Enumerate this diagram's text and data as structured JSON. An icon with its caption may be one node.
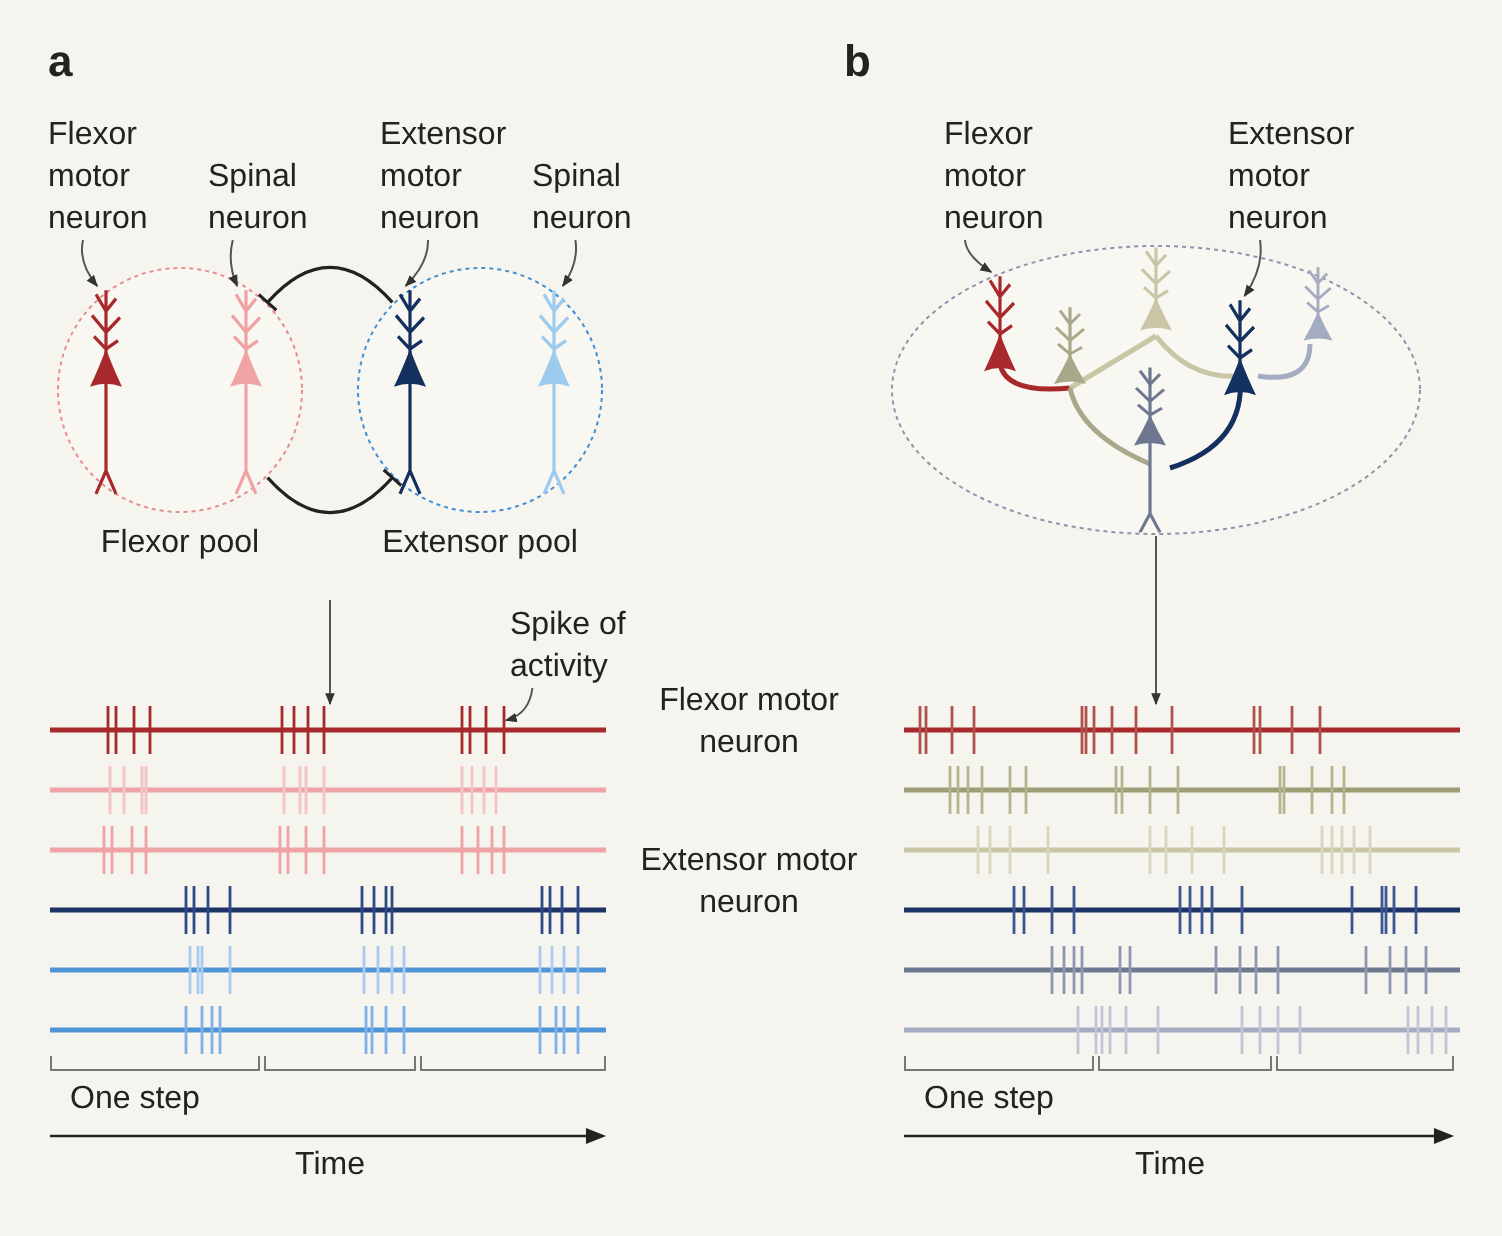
{
  "diagram": {
    "nodes": [
      {
        "text": [
          "Flexor motor neuron"
        ]
      },
      {
        "text": [
          "Spinal neuron"
        ]
      },
      {
        "text": [
          "Extensor motor neuron"
        ]
      },
      {
        "text": [
          "Spinal neuron"
        ]
      },
      {
        "text": [
          "Flexor pool"
        ]
      },
      {
        "text": [],
        "shape": "picture",
        "in": 4
      },
      {
        "text": [],
        "shape": "picture",
        "in": 4
      },
      {
        "text": [
          "Extensor pool"
        ]
      },
      {
        "text": [],
        "shape": "picture",
        "in": 7
      },
      {
        "text": [],
        "shape": "picture",
        "in": 7
      },
      {
        "text": [],
        "shape": "picture"
      },
      {
        "text": [
          "Spike of activity"
        ]
      },
      {
        "text": [],
        "shape": "bar",
        "in": 10
      },
      {
        "text": [
          "Flexor motor neuron"
        ]
      },
      {
        "text": [
          "Extensor motor neuron"
        ]
      },
      {
        "text": [],
        "shape": "circle"
      },
      {
        "text": [],
        "shape": "picture",
        "in": 15
      },
      {
        "text": [],
        "shape": "picture",
        "in": 15
      },
      {
        "text": [],
        "shape": "picture"
      }
    ],
    "edges": [
      {
        "from": 0,
        "to": 5,
        "arrow": "to"
      },
      {
        "from": 1,
        "to": 6,
        "arrow": "to"
      },
      {
        "from": 2,
        "to": 8,
        "arrow": "to"
      },
      {
        "from": 3,
        "to": 9,
        "arrow": "to"
      },
      {
        "from": 7,
        "to": 4,
        "arrow": "other"
      },
      {
        "from": 4,
        "to": 7,
        "arrow": "other"
      },
      {
        "from": null,
        "to": 10,
        "arrow": "to"
      },
      {
        "from": 11,
        "to": 12,
        "arrow": "to"
      },
      {
        "from": 13,
        "to": 16,
        "arrow": "to"
      },
      {
        "from": 14,
        "to": 17,
        "arrow": "to"
      },
      {
        "from": 15,
        "to": 18,
        "arrow": "to"
      }
    ],
    "labels": [
      "a",
      "b",
      "Flexor motor neuron",
      "Extensor motor neuron",
      "One step",
      "One step",
      "Time",
      "Time"
    ]
  }
}
